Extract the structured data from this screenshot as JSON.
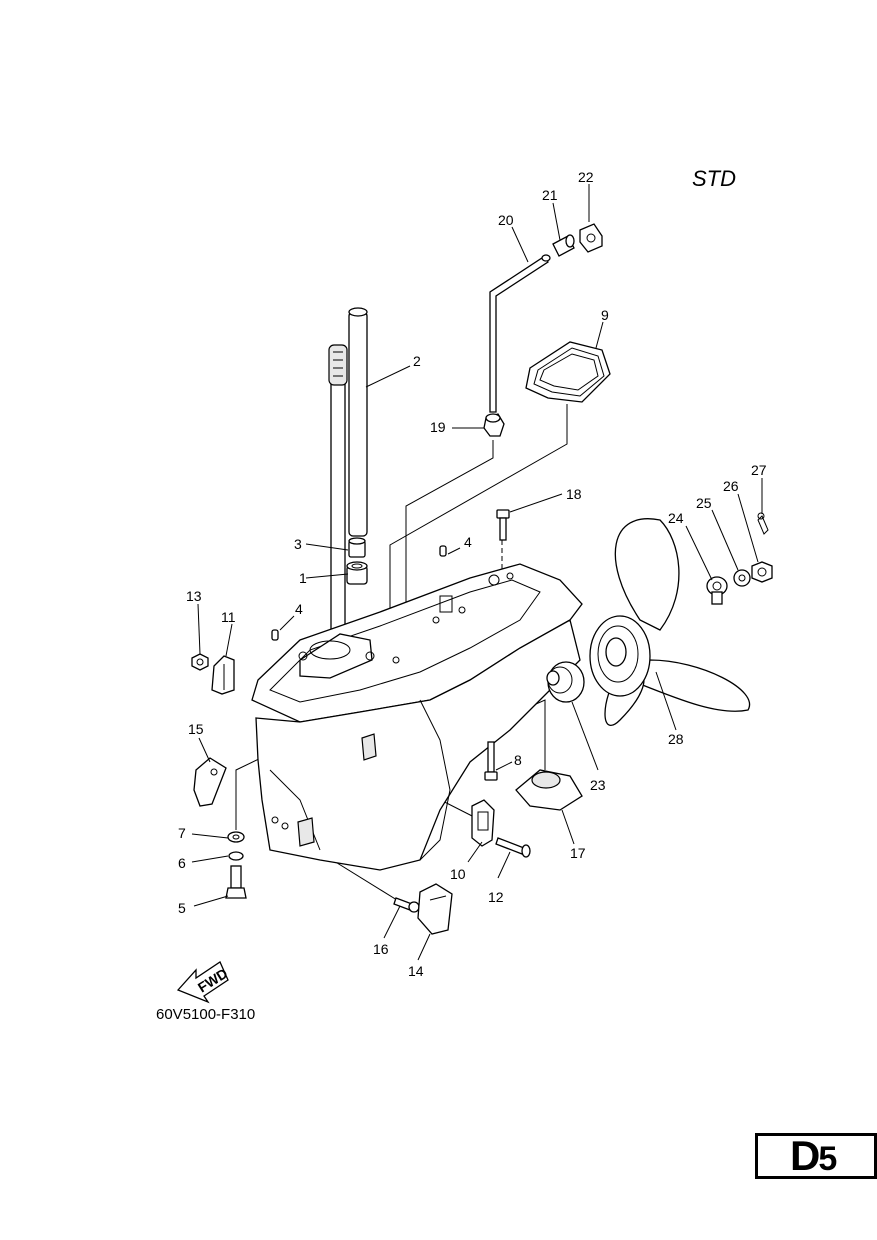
{
  "variant": "STD",
  "drawing_code": "60V5100-F310",
  "page_code": {
    "letter": "D",
    "number": "5"
  },
  "fwd_label": "FWD",
  "callouts": [
    "1",
    "2",
    "3",
    "4",
    "4",
    "5",
    "6",
    "7",
    "8",
    "9",
    "10",
    "11",
    "12",
    "13",
    "14",
    "15",
    "16",
    "17",
    "18",
    "19",
    "20",
    "21",
    "22",
    "23",
    "24",
    "25",
    "26",
    "27",
    "28"
  ]
}
